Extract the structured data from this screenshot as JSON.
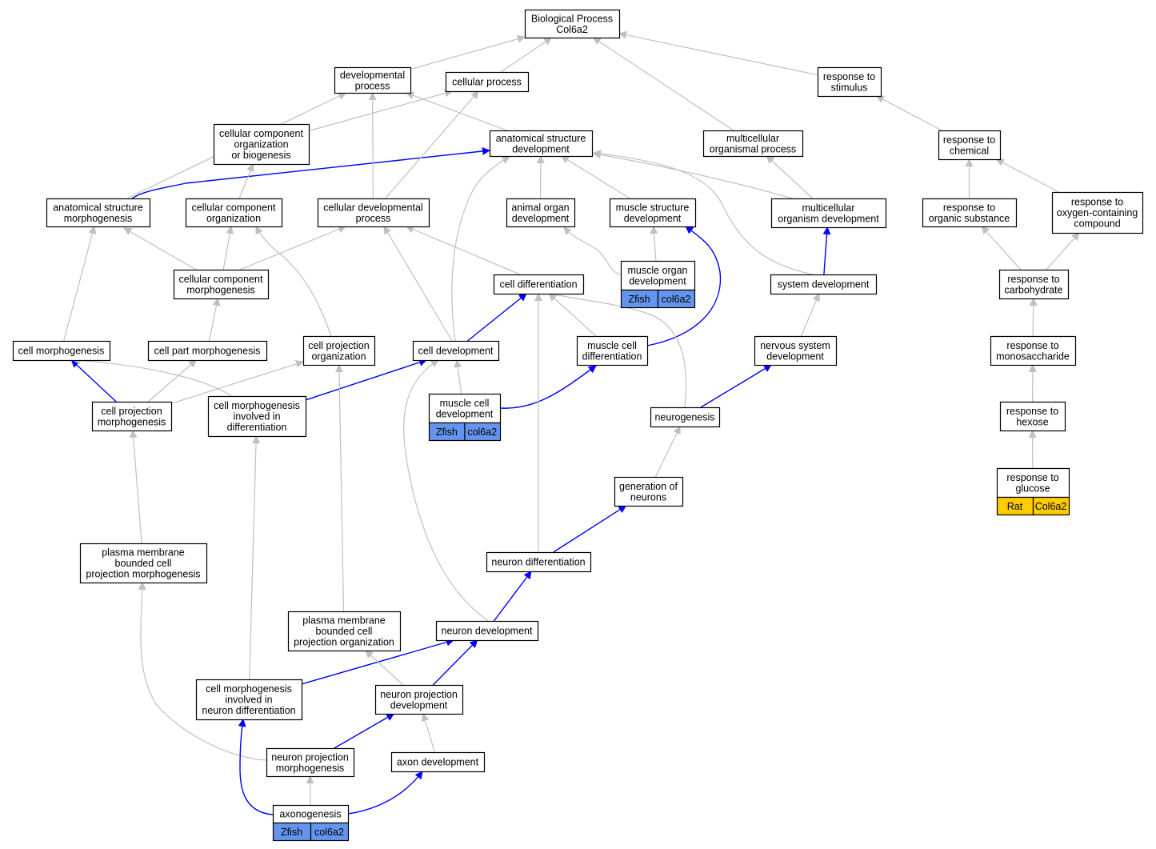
{
  "title": "Biological Process Col6a2",
  "colors": {
    "edge_gray": "#c0c0c0",
    "edge_blue": "#0000ff",
    "zfish": "#6495ed",
    "rat": "#ffcc00",
    "node_border": "#000000"
  },
  "nodes": [
    {
      "id": "root",
      "lines": [
        "Biological Process",
        "Col6a2"
      ]
    },
    {
      "id": "dev_proc",
      "lines": [
        "developmental",
        "process"
      ]
    },
    {
      "id": "cell_proc",
      "lines": [
        "cellular process"
      ]
    },
    {
      "id": "resp_stim",
      "lines": [
        "response to",
        "stimulus"
      ]
    },
    {
      "id": "ccob",
      "lines": [
        "cellular component",
        "organization",
        "or biogenesis"
      ]
    },
    {
      "id": "asd",
      "lines": [
        "anatomical structure",
        "development"
      ]
    },
    {
      "id": "mop",
      "lines": [
        "multicellular",
        "organismal process"
      ]
    },
    {
      "id": "resp_chem",
      "lines": [
        "response to",
        "chemical"
      ]
    },
    {
      "id": "asm",
      "lines": [
        "anatomical structure",
        "morphogenesis"
      ]
    },
    {
      "id": "cco",
      "lines": [
        "cellular component",
        "organization"
      ]
    },
    {
      "id": "cdp",
      "lines": [
        "cellular developmental",
        "process"
      ]
    },
    {
      "id": "aod",
      "lines": [
        "animal organ",
        "development"
      ]
    },
    {
      "id": "msd",
      "lines": [
        "muscle structure",
        "development"
      ]
    },
    {
      "id": "mod",
      "lines": [
        "multicellular",
        "organism development"
      ]
    },
    {
      "id": "ros",
      "lines": [
        "response to",
        "organic substance"
      ]
    },
    {
      "id": "rocc",
      "lines": [
        "response to",
        "oxygen-containing",
        "compound"
      ]
    },
    {
      "id": "ccm",
      "lines": [
        "cellular component",
        "morphogenesis"
      ]
    },
    {
      "id": "cdiff",
      "lines": [
        "cell differentiation"
      ]
    },
    {
      "id": "muod",
      "lines": [
        "muscle organ",
        "development"
      ],
      "orgs": [
        {
          "label": "Zfish",
          "color": "zfish"
        },
        {
          "label": "col6a2",
          "color": "zfish"
        }
      ]
    },
    {
      "id": "sysdev",
      "lines": [
        "system development"
      ]
    },
    {
      "id": "rcarb",
      "lines": [
        "response to",
        "carbohydrate"
      ]
    },
    {
      "id": "cmorph",
      "lines": [
        "cell morphogenesis"
      ]
    },
    {
      "id": "cpm",
      "lines": [
        "cell part morphogenesis"
      ]
    },
    {
      "id": "cpo",
      "lines": [
        "cell projection",
        "organization"
      ]
    },
    {
      "id": "celldev",
      "lines": [
        "cell development"
      ]
    },
    {
      "id": "mcdiff",
      "lines": [
        "muscle cell",
        "differentiation"
      ]
    },
    {
      "id": "nsd",
      "lines": [
        "nervous system",
        "development"
      ]
    },
    {
      "id": "rmono",
      "lines": [
        "response to",
        "monosaccharide"
      ]
    },
    {
      "id": "cprojm",
      "lines": [
        "cell projection",
        "morphogenesis"
      ]
    },
    {
      "id": "cmid",
      "lines": [
        "cell morphogenesis",
        "involved in",
        "differentiation"
      ]
    },
    {
      "id": "mcd",
      "lines": [
        "muscle cell",
        "development"
      ],
      "orgs": [
        {
          "label": "Zfish",
          "color": "zfish"
        },
        {
          "label": "col6a2",
          "color": "zfish"
        }
      ]
    },
    {
      "id": "neurogen",
      "lines": [
        "neurogenesis"
      ]
    },
    {
      "id": "rhex",
      "lines": [
        "response to",
        "hexose"
      ]
    },
    {
      "id": "gon",
      "lines": [
        "generation of",
        "neurons"
      ]
    },
    {
      "id": "rglu",
      "lines": [
        "response to",
        "glucose"
      ],
      "orgs": [
        {
          "label": "Rat",
          "color": "rat"
        },
        {
          "label": "Col6a2",
          "color": "rat"
        }
      ]
    },
    {
      "id": "pmbcpm",
      "lines": [
        "plasma membrane",
        "bounded cell",
        "projection morphogenesis"
      ]
    },
    {
      "id": "ndiff",
      "lines": [
        "neuron differentiation"
      ]
    },
    {
      "id": "pmbcpo",
      "lines": [
        "plasma membrane",
        "bounded cell",
        "projection organization"
      ]
    },
    {
      "id": "ndev",
      "lines": [
        "neuron development"
      ]
    },
    {
      "id": "cmind",
      "lines": [
        "cell morphogenesis",
        "involved in",
        "neuron differentiation"
      ]
    },
    {
      "id": "npd",
      "lines": [
        "neuron projection",
        "development"
      ]
    },
    {
      "id": "npm",
      "lines": [
        "neuron projection",
        "morphogenesis"
      ]
    },
    {
      "id": "axdev",
      "lines": [
        "axon development"
      ]
    },
    {
      "id": "axgen",
      "lines": [
        "axonogenesis"
      ],
      "orgs": [
        {
          "label": "Zfish",
          "color": "zfish"
        },
        {
          "label": "col6a2",
          "color": "zfish"
        }
      ]
    }
  ],
  "edges": [
    {
      "from": "dev_proc",
      "to": "root",
      "color": "gray"
    },
    {
      "from": "cell_proc",
      "to": "root",
      "color": "gray"
    },
    {
      "from": "mop",
      "to": "root",
      "color": "gray"
    },
    {
      "from": "resp_stim",
      "to": "root",
      "color": "gray"
    },
    {
      "from": "ccob",
      "to": "cell_proc",
      "color": "gray"
    },
    {
      "from": "asd",
      "to": "dev_proc",
      "color": "gray"
    },
    {
      "from": "resp_chem",
      "to": "resp_stim",
      "color": "gray"
    },
    {
      "from": "asm",
      "to": "dev_proc",
      "color": "gray"
    },
    {
      "from": "asm",
      "to": "asd",
      "color": "blue"
    },
    {
      "from": "cco",
      "to": "ccob",
      "color": "gray"
    },
    {
      "from": "cdp",
      "to": "dev_proc",
      "color": "gray"
    },
    {
      "from": "cdp",
      "to": "cell_proc",
      "color": "gray"
    },
    {
      "from": "aod",
      "to": "asd",
      "color": "gray"
    },
    {
      "from": "msd",
      "to": "asd",
      "color": "gray"
    },
    {
      "from": "mod",
      "to": "asd",
      "color": "gray"
    },
    {
      "from": "mod",
      "to": "mop",
      "color": "gray"
    },
    {
      "from": "ros",
      "to": "resp_chem",
      "color": "gray"
    },
    {
      "from": "rocc",
      "to": "resp_chem",
      "color": "gray"
    },
    {
      "from": "ccm",
      "to": "asm",
      "color": "gray"
    },
    {
      "from": "ccm",
      "to": "cco",
      "color": "gray"
    },
    {
      "from": "ccm",
      "to": "cdp",
      "color": "gray"
    },
    {
      "from": "cdiff",
      "to": "cdp",
      "color": "gray"
    },
    {
      "from": "muod",
      "to": "aod",
      "color": "gray"
    },
    {
      "from": "muod",
      "to": "msd",
      "color": "gray"
    },
    {
      "from": "sysdev",
      "to": "mod",
      "color": "blue"
    },
    {
      "from": "sysdev",
      "to": "asd",
      "color": "gray"
    },
    {
      "from": "rcarb",
      "to": "ros",
      "color": "gray"
    },
    {
      "from": "rcarb",
      "to": "rocc",
      "color": "gray"
    },
    {
      "from": "cmorph",
      "to": "asm",
      "color": "gray"
    },
    {
      "from": "cpm",
      "to": "ccm",
      "color": "gray"
    },
    {
      "from": "cpo",
      "to": "cco",
      "color": "gray"
    },
    {
      "from": "celldev",
      "to": "cdp",
      "color": "gray"
    },
    {
      "from": "celldev",
      "to": "asd",
      "color": "gray"
    },
    {
      "from": "celldev",
      "to": "cdiff",
      "color": "blue"
    },
    {
      "from": "mcdiff",
      "to": "cdiff",
      "color": "gray"
    },
    {
      "from": "mcdiff",
      "to": "msd",
      "color": "blue"
    },
    {
      "from": "nsd",
      "to": "sysdev",
      "color": "gray"
    },
    {
      "from": "rmono",
      "to": "rcarb",
      "color": "gray"
    },
    {
      "from": "cprojm",
      "to": "cmorph",
      "color": "blue"
    },
    {
      "from": "cprojm",
      "to": "cpm",
      "color": "gray"
    },
    {
      "from": "cprojm",
      "to": "cpo",
      "color": "gray"
    },
    {
      "from": "cmid",
      "to": "cmorph",
      "color": "gray"
    },
    {
      "from": "cmid",
      "to": "celldev",
      "color": "blue"
    },
    {
      "from": "mcd",
      "to": "celldev",
      "color": "gray"
    },
    {
      "from": "mcd",
      "to": "mcdiff",
      "color": "blue"
    },
    {
      "from": "neurogen",
      "to": "cdiff",
      "color": "gray"
    },
    {
      "from": "neurogen",
      "to": "nsd",
      "color": "blue"
    },
    {
      "from": "rhex",
      "to": "rmono",
      "color": "gray"
    },
    {
      "from": "gon",
      "to": "neurogen",
      "color": "gray"
    },
    {
      "from": "rglu",
      "to": "rhex",
      "color": "gray"
    },
    {
      "from": "pmbcpm",
      "to": "cprojm",
      "color": "gray"
    },
    {
      "from": "ndiff",
      "to": "gon",
      "color": "blue"
    },
    {
      "from": "ndiff",
      "to": "cdiff",
      "color": "gray"
    },
    {
      "from": "pmbcpo",
      "to": "cpo",
      "color": "gray"
    },
    {
      "from": "ndev",
      "to": "ndiff",
      "color": "blue"
    },
    {
      "from": "ndev",
      "to": "celldev",
      "color": "gray"
    },
    {
      "from": "cmind",
      "to": "cmid",
      "color": "gray"
    },
    {
      "from": "cmind",
      "to": "ndev",
      "color": "blue"
    },
    {
      "from": "npd",
      "to": "ndev",
      "color": "blue"
    },
    {
      "from": "npd",
      "to": "pmbcpo",
      "color": "gray"
    },
    {
      "from": "npm",
      "to": "npd",
      "color": "blue"
    },
    {
      "from": "npm",
      "to": "pmbcpm",
      "color": "gray"
    },
    {
      "from": "axdev",
      "to": "npd",
      "color": "gray"
    },
    {
      "from": "axgen",
      "to": "npm",
      "color": "gray"
    },
    {
      "from": "axgen",
      "to": "axdev",
      "color": "blue"
    },
    {
      "from": "axgen",
      "to": "cmind",
      "color": "blue"
    }
  ]
}
